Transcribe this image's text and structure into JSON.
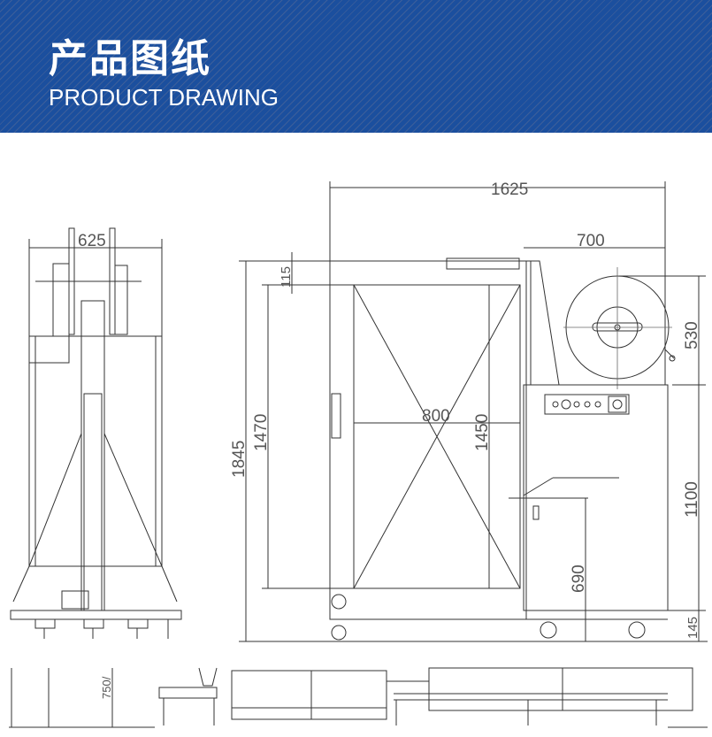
{
  "header": {
    "title_cn": "产品图纸",
    "title_en": "PRODUCT DRAWING",
    "background": "#1b4f9e"
  },
  "dimensions": {
    "overall_length": "1625",
    "side_width": "625",
    "reel_width": "700",
    "top_offset": "115",
    "reel_height": "530",
    "overall_height": "1845",
    "door_height": "1470",
    "arch_width": "800",
    "arch_height": "1450",
    "table_height": "1100",
    "feed_height": "690",
    "caster_height": "145",
    "conveyor_height": "750/"
  }
}
